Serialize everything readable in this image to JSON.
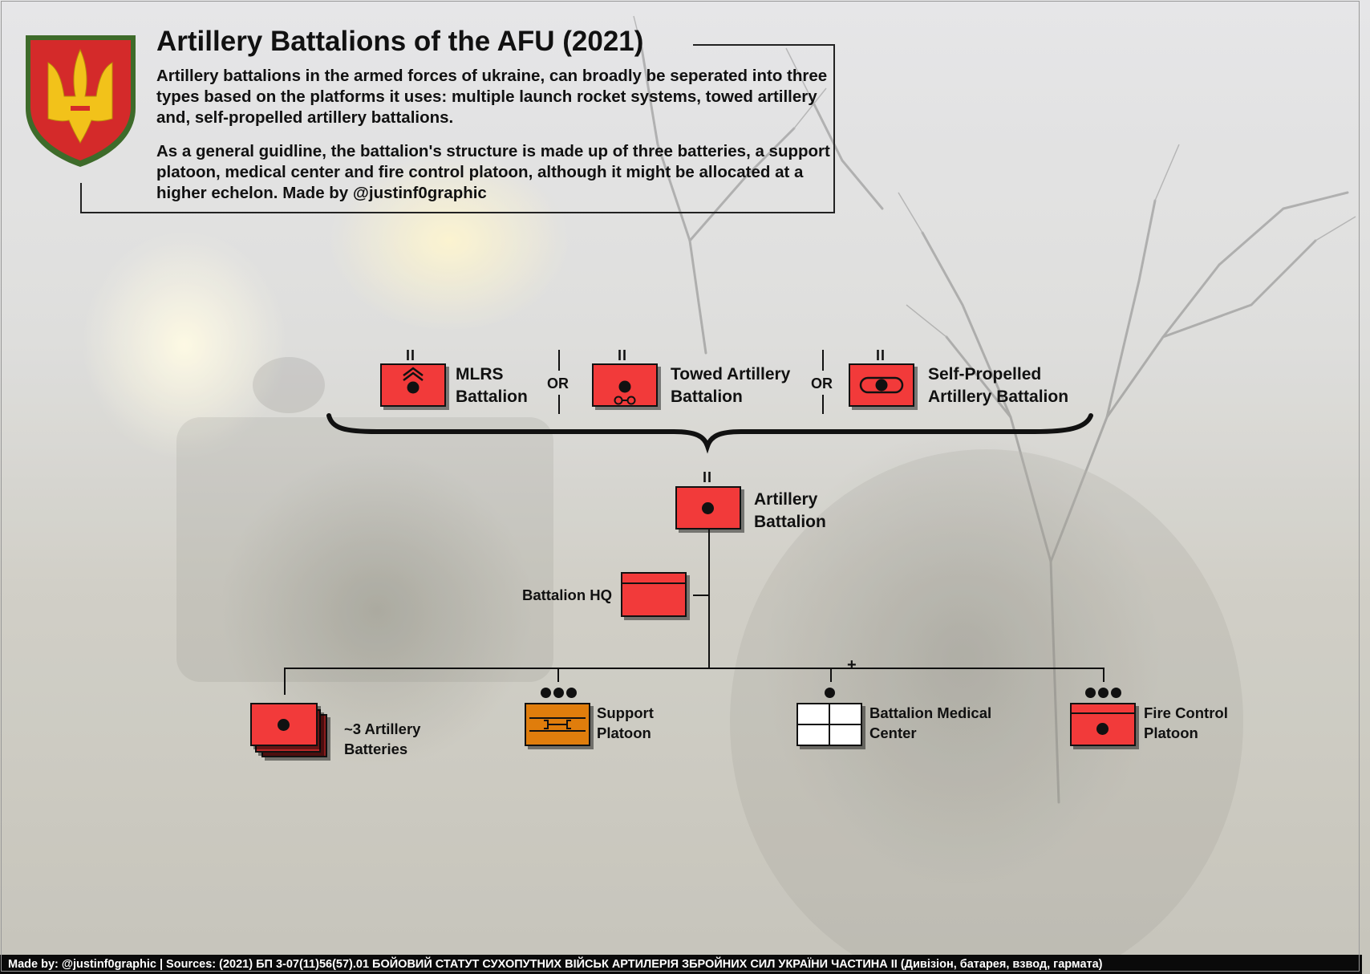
{
  "header": {
    "title": "Artillery Battalions of the AFU (2021)",
    "paragraph1": "Artillery battalions in the armed forces of ukraine, can broadly be seperated into three types based on the platforms it uses: multiple launch rocket systems, towed artillery and, self-propelled artillery battalions.",
    "paragraph2": "As a general guidline, the battalion's structure is made up of three batteries, a support platoon, medical center and fire control platoon, although it might be allocated at a higher echelon. Made by @justinf0graphic"
  },
  "options": {
    "or_label": "OR",
    "mlrs": {
      "line1": "MLRS",
      "line2": "Battalion",
      "echelon": "II"
    },
    "towed": {
      "line1": "Towed Artillery",
      "line2": "Battalion",
      "echelon": "II"
    },
    "self_propelled": {
      "line1": "Self-Propelled",
      "line2": "Artillery Battalion",
      "echelon": "II"
    }
  },
  "battalion": {
    "line1": "Artillery",
    "line2": "Battalion",
    "echelon": "II"
  },
  "hq": {
    "label": "Battalion HQ"
  },
  "attachment_mark": "+",
  "subunits": {
    "batteries": {
      "line1": "~3 Artillery",
      "line2": "Batteries"
    },
    "support": {
      "line1": "Support",
      "line2": "Platoon"
    },
    "medical": {
      "line1": "Battalion Medical",
      "line2": "Center"
    },
    "fire_control": {
      "line1": "Fire Control",
      "line2": "Platoon"
    }
  },
  "colors": {
    "unit_red": "#f23a3a",
    "support_orange": "#e07d0c",
    "medical_white": "#ffffff",
    "emblem_red": "#d42a2a",
    "emblem_gold": "#f2c21a",
    "emblem_border": "#3e6b2a"
  },
  "footer": {
    "text": "Made by: @justinf0graphic | Sources: (2021) БП 3-07(11)56(57).01 БОЙОВИЙ СТАТУТ СУХОПУТНИХ ВІЙСЬК АРТИЛЕРІЯ ЗБРОЙНИХ СИЛ УКРАЇНИ ЧАСТИНА II (Дивізіон, батарея, взвод, гармата)"
  }
}
